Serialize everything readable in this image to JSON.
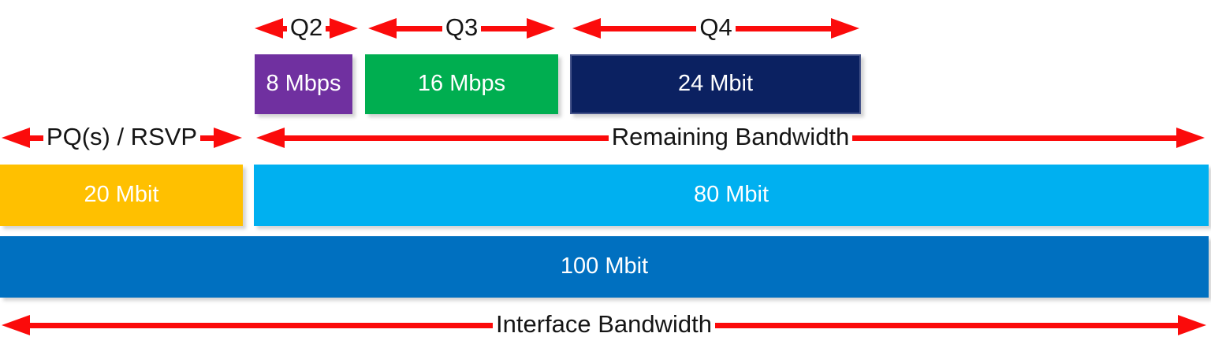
{
  "arrow_color": "#FB0B0B",
  "top_arrows": [
    {
      "label": "Q2"
    },
    {
      "label": "Q3"
    },
    {
      "label": "Q4"
    }
  ],
  "queue_boxes": [
    {
      "label": "8 Mbps",
      "color": "#7030A0"
    },
    {
      "label": "16 Mbps",
      "color": "#00AE50"
    },
    {
      "label": "24 Mbit",
      "color": "#0B2161"
    }
  ],
  "mid_arrows": [
    {
      "label": "PQ(s) / RSVP"
    },
    {
      "label": "Remaining Bandwidth"
    }
  ],
  "allocation_boxes": [
    {
      "label": "20 Mbit",
      "color": "#FFC000"
    },
    {
      "label": "80 Mbit",
      "color": "#00B0F0"
    }
  ],
  "total_box": {
    "label": "100 Mbit",
    "color": "#0070C0"
  },
  "bottom_arrow": {
    "label": "Interface Bandwidth"
  }
}
